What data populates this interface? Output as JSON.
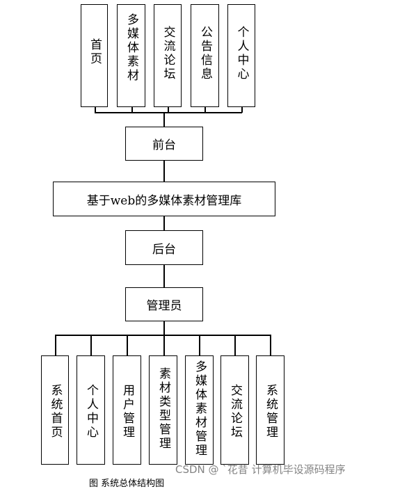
{
  "frontend_modules": [
    "首页",
    "多媒体素材",
    "交流论坛",
    "公告信息",
    "个人中心"
  ],
  "front_label": "前台",
  "system_label": "基于web的多媒体素材管理库",
  "back_label": "后台",
  "admin_label": "管理员",
  "admin_modules": [
    "系统首页",
    "个人中心",
    "用户管理",
    "素材类型管理",
    "多媒体素材管理",
    "交流论坛",
    "系统管理"
  ],
  "watermark": "CSDN @ `花昔 计算机毕设源码程序",
  "caption": "图 系统总体结构图"
}
